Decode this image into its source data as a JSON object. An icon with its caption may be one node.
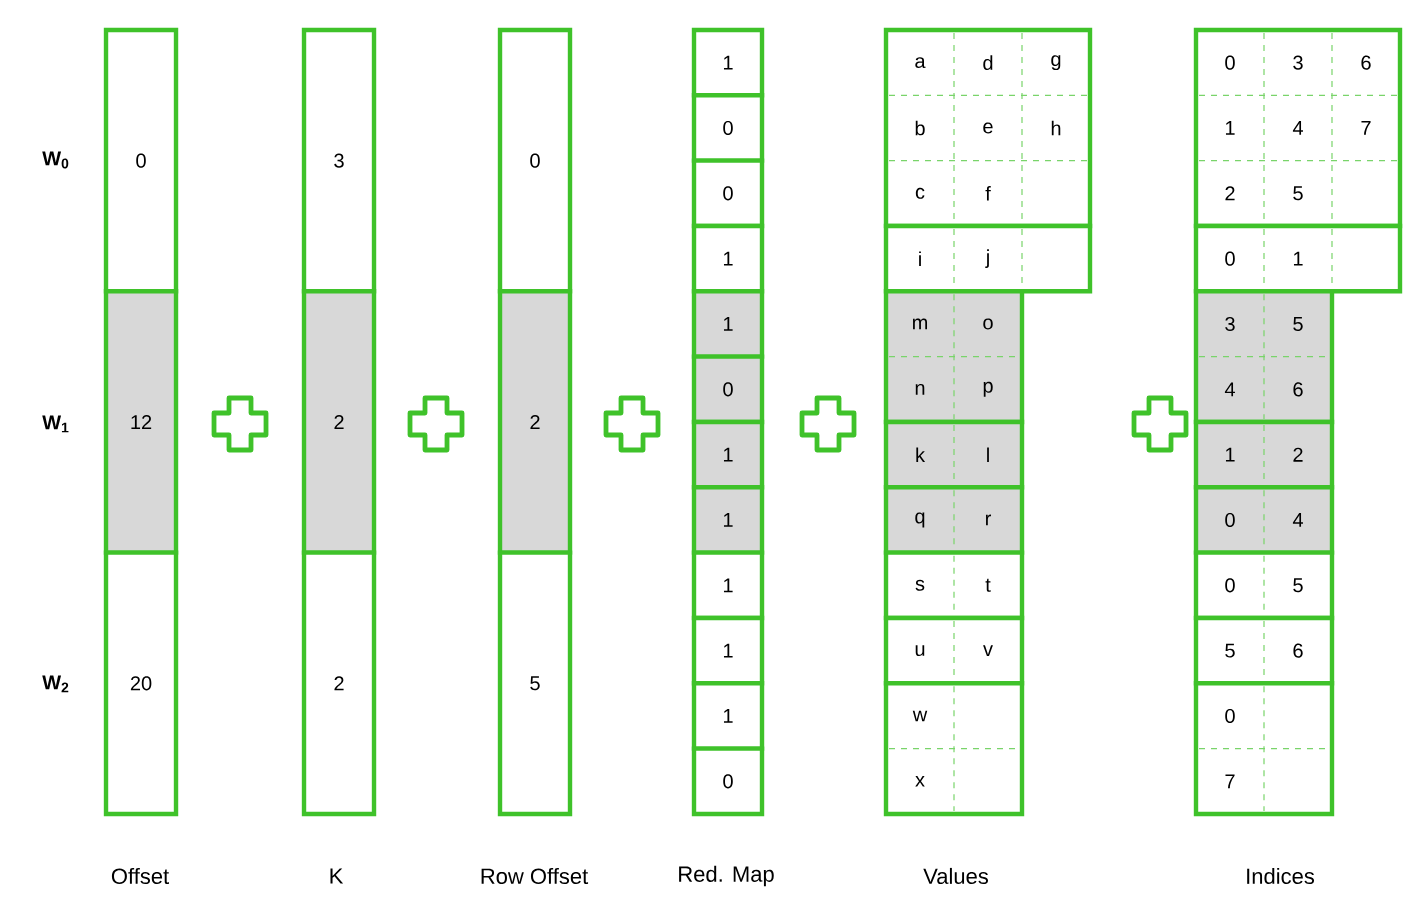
{
  "diagram": {
    "nodes": [
      {
        "text": [
          "0"
        ]
      },
      {
        "text": [
          "12"
        ]
      },
      {
        "text": [
          "20"
        ]
      },
      {
        "text": [
          "3"
        ]
      },
      {
        "text": [
          "2"
        ]
      },
      {
        "text": [
          "2"
        ]
      },
      {
        "text": [
          "0"
        ]
      },
      {
        "text": [
          "2"
        ]
      },
      {
        "text": [
          "5"
        ]
      },
      {
        "text": [
          "1"
        ]
      },
      {
        "text": [
          "0"
        ]
      },
      {
        "text": [
          "0"
        ]
      },
      {
        "text": [
          "1"
        ]
      },
      {
        "text": [
          "1"
        ]
      },
      {
        "text": [
          "0"
        ]
      },
      {
        "text": [
          "1"
        ]
      },
      {
        "text": [
          "1"
        ]
      },
      {
        "text": [
          "1"
        ]
      },
      {
        "text": [
          "1"
        ]
      },
      {
        "text": [
          "1"
        ]
      },
      {
        "text": [
          "0"
        ]
      },
      {
        "text": [
          "a",
          "d",
          "g",
          "b",
          "e",
          "h",
          "c",
          "f"
        ]
      },
      {
        "text": [
          "i",
          "j"
        ]
      },
      {
        "text": [
          "m",
          "o",
          "n",
          "p"
        ]
      },
      {
        "text": [
          "k",
          "l"
        ]
      },
      {
        "text": [
          "q",
          "r"
        ]
      },
      {
        "text": [
          "s",
          "t"
        ]
      },
      {
        "text": [
          "u",
          "v"
        ]
      },
      {
        "text": [
          "w",
          "x"
        ]
      },
      {
        "text": [
          "0",
          "3",
          "6",
          "1",
          "4",
          "7",
          "2",
          "5"
        ]
      },
      {
        "text": [
          "0",
          "1"
        ]
      },
      {
        "text": [
          "3",
          "5",
          "4",
          "6"
        ]
      },
      {
        "text": [
          "1",
          "2"
        ]
      },
      {
        "text": [
          "0",
          "4"
        ]
      },
      {
        "text": [
          "0",
          "5"
        ]
      },
      {
        "text": [
          "5",
          "6"
        ]
      },
      {
        "text": [
          "0",
          "7"
        ]
      }
    ],
    "labels": [
      "W$_{0}$",
      "W$_{1}$",
      "W$_{2}$",
      "Offset",
      "K",
      "Row Offset",
      "Red. Map",
      "Values",
      "Indices"
    ]
  }
}
